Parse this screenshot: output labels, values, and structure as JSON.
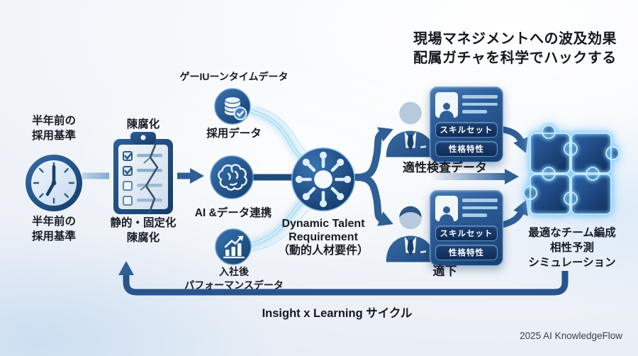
{
  "title": {
    "text": "現場マネジメントへの波及効果\n配属ガチャを科学でハックする"
  },
  "legacy": {
    "clock_label_top": "半年前の\n採用基準",
    "clock_label_bottom": "半年前の\n採用基準",
    "obsolete_label": "陳腐化",
    "clipboard_label": "静的・固定化\n陳腐化"
  },
  "sources": {
    "realtime_label": "ゲーIUーンタイムデータ",
    "recruit_label": "採用データ",
    "ai_label": "AI &データ連携",
    "performance_label": "入社後\nパフォーマンスデータ"
  },
  "hub": {
    "label": "Dynamic Talent\nRequirement\n（動的人材要件）"
  },
  "candidates": {
    "top": {
      "skill_tag": "スキルセット",
      "trait_tag": "性格特性",
      "label": "適性検査データ"
    },
    "bottom": {
      "skill_tag": "スキルセット",
      "trait_tag": "性格特性",
      "label": "適下"
    }
  },
  "outcome": {
    "label": "最適なチーム編成\n相性予測\nシミュレーション"
  },
  "footer": {
    "cycle_label": "Insight x Learning サイクル",
    "credit": "2025 AI KnowledgeFlow"
  },
  "colors": {
    "navy": "#16406f",
    "steel": "#2f5f95",
    "glow": "#8fd6ff",
    "face_light": "#dce9f6"
  }
}
